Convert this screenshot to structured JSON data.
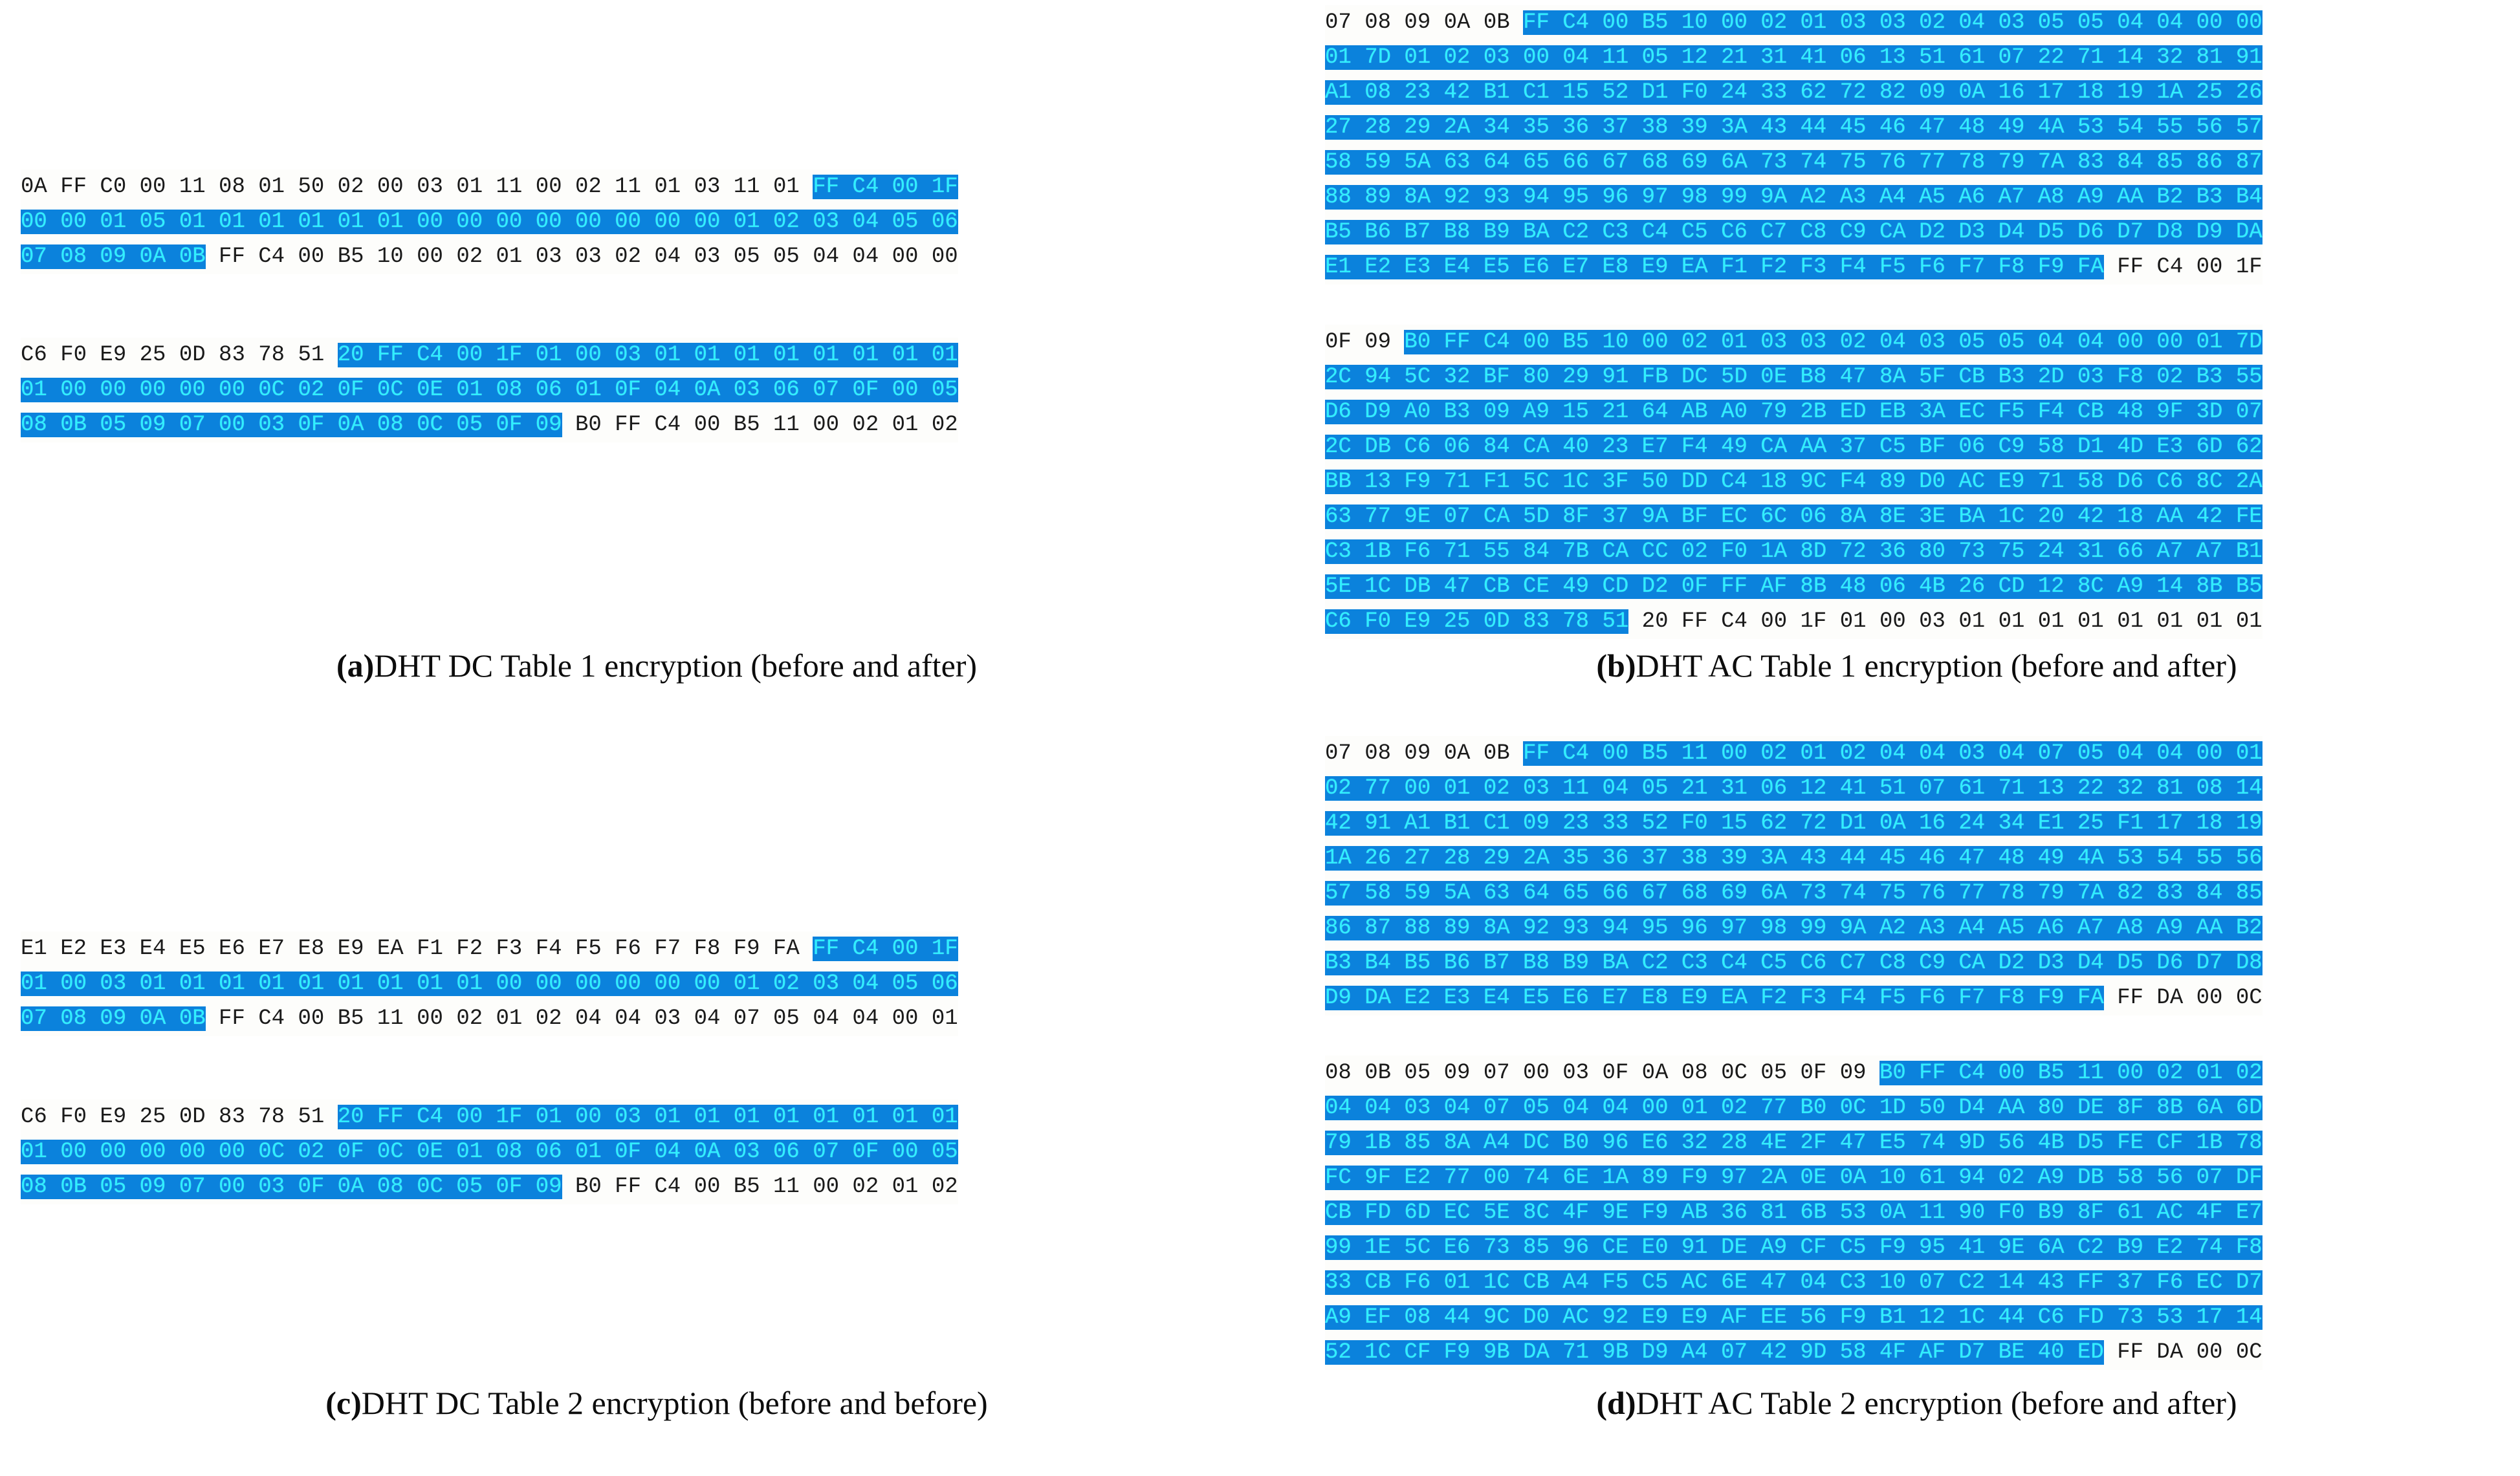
{
  "figure": {
    "background_color": "#ffffff",
    "highlight_color": "#0b82dc",
    "highlight_text_color": "#2ff0ff",
    "plain_text_color": "#141414"
  },
  "panels": [
    {
      "id": "a",
      "caption_label": "(a)",
      "caption_text": "DHT DC Table 1 encryption (before and after)",
      "blocks": [
        {
          "name": "before",
          "rows": [
            [
              {
                "t": "0A FF C0 00 11 08 01 50 02 00 03 01 11 00 02 11 01 03 11 01 ",
                "h": false
              },
              {
                "t": "FF C4 00 1F",
                "h": true
              }
            ],
            [
              {
                "t": "00 00 01 05 01 01 01 01 01 01 00 00 00 00 00 00 00 00 01 02 03 04 05 06",
                "h": true
              }
            ],
            [
              {
                "t": "07 08 09 0A 0B",
                "h": true
              },
              {
                "t": " FF C4 00 B5 10 00 02 01 03 03 02 04 03 05 05 04 04 00 00",
                "h": false
              }
            ]
          ]
        },
        {
          "name": "after",
          "rows": [
            [
              {
                "t": "C6 F0 E9 25 0D 83 78 51 ",
                "h": false
              },
              {
                "t": "20 FF C4 00 1F 01 00 03 01 01 01 01 01 01 01 01",
                "h": true
              }
            ],
            [
              {
                "t": "01 00 00 00 00 00 0C 02 0F 0C 0E 01 08 06 01 0F 04 0A 03 06 07 0F 00 05",
                "h": true
              }
            ],
            [
              {
                "t": "08 0B 05 09 07 00 03 0F 0A 08 0C 05 0F 09",
                "h": true
              },
              {
                "t": " B0 FF C4 00 B5 11 00 02 01 02",
                "h": false
              }
            ]
          ]
        }
      ]
    },
    {
      "id": "b",
      "caption_label": "(b)",
      "caption_text": "DHT AC Table 1 encryption (before and after)",
      "blocks": [
        {
          "name": "before",
          "rows": [
            [
              {
                "t": "07 08 09 0A 0B ",
                "h": false
              },
              {
                "t": "FF C4 00 B5 10 00 02 01 03 03 02 04 03 05 05 04 04 00 00",
                "h": true
              }
            ],
            [
              {
                "t": "01 7D 01 02 03 00 04 11 05 12 21 31 41 06 13 51 61 07 22 71 14 32 81 91",
                "h": true
              }
            ],
            [
              {
                "t": "A1 08 23 42 B1 C1 15 52 D1 F0 24 33 62 72 82 09 0A 16 17 18 19 1A 25 26",
                "h": true
              }
            ],
            [
              {
                "t": "27 28 29 2A 34 35 36 37 38 39 3A 43 44 45 46 47 48 49 4A 53 54 55 56 57",
                "h": true
              }
            ],
            [
              {
                "t": "58 59 5A 63 64 65 66 67 68 69 6A 73 74 75 76 77 78 79 7A 83 84 85 86 87",
                "h": true
              }
            ],
            [
              {
                "t": "88 89 8A 92 93 94 95 96 97 98 99 9A A2 A3 A4 A5 A6 A7 A8 A9 AA B2 B3 B4",
                "h": true
              }
            ],
            [
              {
                "t": "B5 B6 B7 B8 B9 BA C2 C3 C4 C5 C6 C7 C8 C9 CA D2 D3 D4 D5 D6 D7 D8 D9 DA",
                "h": true
              }
            ],
            [
              {
                "t": "E1 E2 E3 E4 E5 E6 E7 E8 E9 EA F1 F2 F3 F4 F5 F6 F7 F8 F9 FA",
                "h": true
              },
              {
                "t": " FF C4 00 1F",
                "h": false
              }
            ]
          ]
        },
        {
          "name": "after",
          "rows": [
            [
              {
                "t": "0F 09 ",
                "h": false
              },
              {
                "t": "B0 FF C4 00 B5 10 00 02 01 03 03 02 04 03 05 05 04 04 00 00 01 7D",
                "h": true
              }
            ],
            [
              {
                "t": "2C 94 5C 32 BF 80 29 91 FB DC 5D 0E B8 47 8A 5F CB B3 2D 03 F8 02 B3 55",
                "h": true
              }
            ],
            [
              {
                "t": "D6 D9 A0 B3 09 A9 15 21 64 AB A0 79 2B ED EB 3A EC F5 F4 CB 48 9F 3D 07",
                "h": true
              }
            ],
            [
              {
                "t": "2C DB C6 06 84 CA 40 23 E7 F4 49 CA AA 37 C5 BF 06 C9 58 D1 4D E3 6D 62",
                "h": true
              }
            ],
            [
              {
                "t": "BB 13 F9 71 F1 5C 1C 3F 50 DD C4 18 9C F4 89 D0 AC E9 71 58 D6 C6 8C 2A",
                "h": true
              }
            ],
            [
              {
                "t": "63 77 9E 07 CA 5D 8F 37 9A BF EC 6C 06 8A 8E 3E BA 1C 20 42 18 AA 42 FE",
                "h": true
              }
            ],
            [
              {
                "t": "C3 1B F6 71 55 84 7B CA CC 02 F0 1A 8D 72 36 80 73 75 24 31 66 A7 A7 B1",
                "h": true
              }
            ],
            [
              {
                "t": "5E 1C DB 47 CB CE 49 CD D2 0F FF AF 8B 48 06 4B 26 CD 12 8C A9 14 8B B5",
                "h": true
              }
            ],
            [
              {
                "t": "C6 F0 E9 25 0D 83 78 51",
                "h": true
              },
              {
                "t": " 20 FF C4 00 1F 01 00 03 01 01 01 01 01 01 01 01",
                "h": false
              }
            ]
          ]
        }
      ]
    },
    {
      "id": "c",
      "caption_label": "(c)",
      "caption_text": "DHT DC Table 2 encryption (before and before)",
      "blocks": [
        {
          "name": "before",
          "rows": [
            [
              {
                "t": "E1 E2 E3 E4 E5 E6 E7 E8 E9 EA F1 F2 F3 F4 F5 F6 F7 F8 F9 FA ",
                "h": false
              },
              {
                "t": "FF C4 00 1F",
                "h": true
              }
            ],
            [
              {
                "t": "01 00 03 01 01 01 01 01 01 01 01 01 00 00 00 00 00 00 01 02 03 04 05 06",
                "h": true
              }
            ],
            [
              {
                "t": "07 08 09 0A 0B",
                "h": true
              },
              {
                "t": " FF C4 00 B5 11 00 02 01 02 04 04 03 04 07 05 04 04 00 01",
                "h": false
              }
            ]
          ]
        },
        {
          "name": "after",
          "rows": [
            [
              {
                "t": "C6 F0 E9 25 0D 83 78 51 ",
                "h": false
              },
              {
                "t": "20 FF C4 00 1F 01 00 03 01 01 01 01 01 01 01 01",
                "h": true
              }
            ],
            [
              {
                "t": "01 00 00 00 00 00 0C 02 0F 0C 0E 01 08 06 01 0F 04 0A 03 06 07 0F 00 05",
                "h": true
              }
            ],
            [
              {
                "t": "08 0B 05 09 07 00 03 0F 0A 08 0C 05 0F 09",
                "h": true
              },
              {
                "t": " B0 FF C4 00 B5 11 00 02 01 02",
                "h": false
              }
            ]
          ]
        }
      ]
    },
    {
      "id": "d",
      "caption_label": "(d)",
      "caption_text": "DHT AC Table 2 encryption (before and after)",
      "blocks": [
        {
          "name": "before",
          "rows": [
            [
              {
                "t": "07 08 09 0A 0B ",
                "h": false
              },
              {
                "t": "FF C4 00 B5 11 00 02 01 02 04 04 03 04 07 05 04 04 00 01",
                "h": true
              }
            ],
            [
              {
                "t": "02 77 00 01 02 03 11 04 05 21 31 06 12 41 51 07 61 71 13 22 32 81 08 14",
                "h": true
              }
            ],
            [
              {
                "t": "42 91 A1 B1 C1 09 23 33 52 F0 15 62 72 D1 0A 16 24 34 E1 25 F1 17 18 19",
                "h": true
              }
            ],
            [
              {
                "t": "1A 26 27 28 29 2A 35 36 37 38 39 3A 43 44 45 46 47 48 49 4A 53 54 55 56",
                "h": true
              }
            ],
            [
              {
                "t": "57 58 59 5A 63 64 65 66 67 68 69 6A 73 74 75 76 77 78 79 7A 82 83 84 85",
                "h": true
              }
            ],
            [
              {
                "t": "86 87 88 89 8A 92 93 94 95 96 97 98 99 9A A2 A3 A4 A5 A6 A7 A8 A9 AA B2",
                "h": true
              }
            ],
            [
              {
                "t": "B3 B4 B5 B6 B7 B8 B9 BA C2 C3 C4 C5 C6 C7 C8 C9 CA D2 D3 D4 D5 D6 D7 D8",
                "h": true
              }
            ],
            [
              {
                "t": "D9 DA E2 E3 E4 E5 E6 E7 E8 E9 EA F2 F3 F4 F5 F6 F7 F8 F9 FA",
                "h": true
              },
              {
                "t": " FF DA 00 0C",
                "h": false
              }
            ]
          ]
        },
        {
          "name": "after",
          "rows": [
            [
              {
                "t": "08 0B 05 09 07 00 03 0F 0A 08 0C 05 0F 09 ",
                "h": false
              },
              {
                "t": "B0 FF C4 00 B5 11 00 02 01 02",
                "h": true
              }
            ],
            [
              {
                "t": "04 04 03 04 07 05 04 04 00 01 02 77 B0 0C 1D 50 D4 AA 80 DE 8F 8B 6A 6D",
                "h": true
              }
            ],
            [
              {
                "t": "79 1B 85 8A A4 DC B0 96 E6 32 28 4E 2F 47 E5 74 9D 56 4B D5 FE CF 1B 78",
                "h": true
              }
            ],
            [
              {
                "t": "FC 9F E2 77 00 74 6E 1A 89 F9 97 2A 0E 0A 10 61 94 02 A9 DB 58 56 07 DF",
                "h": true
              }
            ],
            [
              {
                "t": "CB FD 6D EC 5E 8C 4F 9E F9 AB 36 81 6B 53 0A 11 90 F0 B9 8F 61 AC 4F E7",
                "h": true
              }
            ],
            [
              {
                "t": "99 1E 5C E6 73 85 96 CE E0 91 DE A9 CF C5 F9 95 41 9E 6A C2 B9 E2 74 F8",
                "h": true
              }
            ],
            [
              {
                "t": "33 CB F6 01 1C CB A4 F5 C5 AC 6E 47 04 C3 10 07 C2 14 43 FF 37 F6 EC D7",
                "h": true
              }
            ],
            [
              {
                "t": "A9 EF 08 44 9C D0 AC 92 E9 E9 AF EE 56 F9 B1 12 1C 44 C6 FD 73 53 17 14",
                "h": true
              }
            ],
            [
              {
                "t": "52 1C CF F9 9B DA 71 9B D9 A4 07 42 9D 58 4F AF D7 BE 40 ED",
                "h": true
              },
              {
                "t": " FF DA 00 0C",
                "h": false
              }
            ]
          ]
        }
      ]
    }
  ]
}
